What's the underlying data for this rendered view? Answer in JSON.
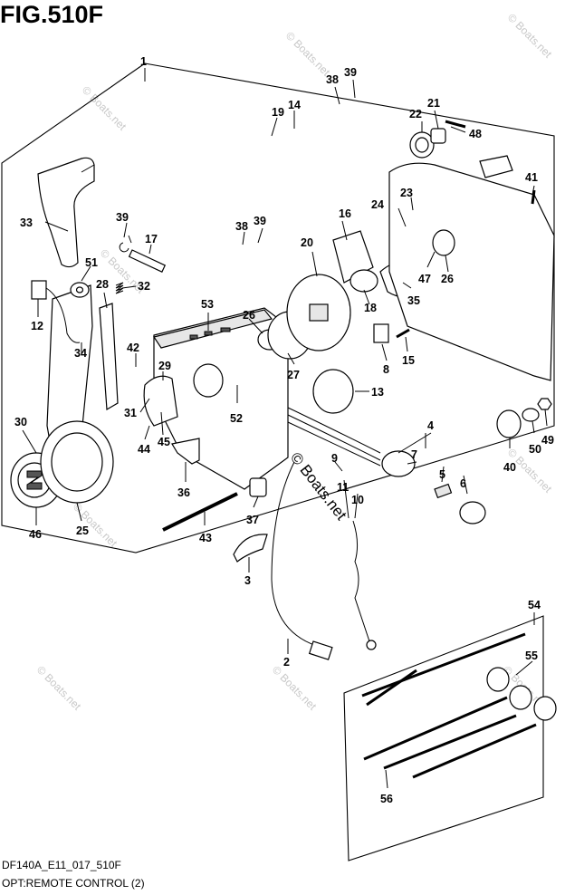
{
  "figure": {
    "title": "FIG.510F",
    "code": "DF140A_E11_017_510F",
    "caption": "OPT:REMOTE CONTROL (2)"
  },
  "watermarks": {
    "small": "© Boats.net",
    "center": "© Boats.net"
  },
  "callouts": [
    "1",
    "2",
    "3",
    "4",
    "5",
    "6",
    "7",
    "8",
    "9",
    "10",
    "11",
    "12",
    "13",
    "14",
    "15",
    "16",
    "17",
    "18",
    "19",
    "20",
    "21",
    "22",
    "23",
    "24",
    "25",
    "26",
    "27",
    "28",
    "29",
    "30",
    "31",
    "32",
    "33",
    "34",
    "35",
    "36",
    "37",
    "38",
    "39",
    "40",
    "41",
    "42",
    "43",
    "44",
    "45",
    "46",
    "47",
    "48",
    "49",
    "50",
    "51",
    "52",
    "53",
    "54",
    "55",
    "56"
  ],
  "colors": {
    "line": "#000000",
    "background": "#ffffff",
    "watermark": "#c8c8c8",
    "shade": "#e6e6e6"
  }
}
